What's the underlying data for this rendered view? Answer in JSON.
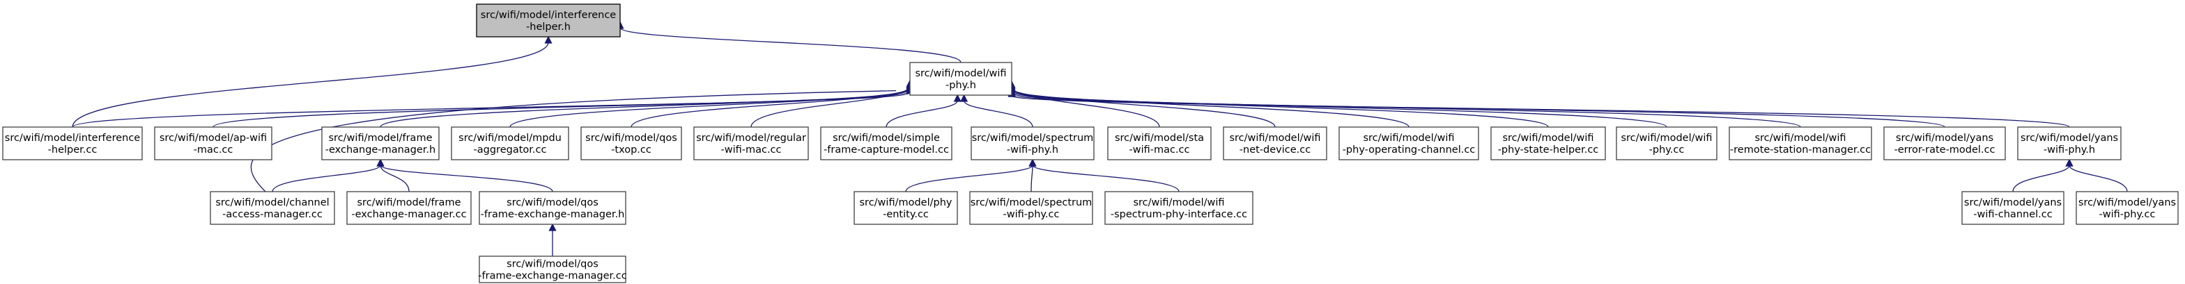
{
  "graph": {
    "direction": "upward",
    "nodes": [
      {
        "id": "n_interference_h",
        "lines": [
          "src/wifi/model/interference",
          "-helper.h"
        ],
        "highlighted": true
      },
      {
        "id": "n_wifi_phy_h",
        "lines": [
          "src/wifi/model/wifi",
          "-phy.h"
        ]
      },
      {
        "id": "n_interference_cc",
        "lines": [
          "src/wifi/model/interference",
          "-helper.cc"
        ]
      },
      {
        "id": "n_ap_wifi_mac",
        "lines": [
          "src/wifi/model/ap-wifi",
          "-mac.cc"
        ]
      },
      {
        "id": "n_frame_exchange_h",
        "lines": [
          "src/wifi/model/frame",
          "-exchange-manager.h"
        ]
      },
      {
        "id": "n_mpdu_aggregator",
        "lines": [
          "src/wifi/model/mpdu",
          "-aggregator.cc"
        ]
      },
      {
        "id": "n_qos_txop",
        "lines": [
          "src/wifi/model/qos",
          "-txop.cc"
        ]
      },
      {
        "id": "n_regular_wifi_mac",
        "lines": [
          "src/wifi/model/regular",
          "-wifi-mac.cc"
        ]
      },
      {
        "id": "n_simple_frame_capture",
        "lines": [
          "src/wifi/model/simple",
          "-frame-capture-model.cc"
        ]
      },
      {
        "id": "n_spectrum_wifi_phy_h",
        "lines": [
          "src/wifi/model/spectrum",
          "-wifi-phy.h"
        ]
      },
      {
        "id": "n_sta_wifi_mac",
        "lines": [
          "src/wifi/model/sta",
          "-wifi-mac.cc"
        ]
      },
      {
        "id": "n_wifi_net_device",
        "lines": [
          "src/wifi/model/wifi",
          "-net-device.cc"
        ]
      },
      {
        "id": "n_wifi_phy_operating_channel",
        "lines": [
          "src/wifi/model/wifi",
          "-phy-operating-channel.cc"
        ]
      },
      {
        "id": "n_wifi_phy_state_helper",
        "lines": [
          "src/wifi/model/wifi",
          "-phy-state-helper.cc"
        ]
      },
      {
        "id": "n_wifi_phy_cc",
        "lines": [
          "src/wifi/model/wifi",
          "-phy.cc"
        ]
      },
      {
        "id": "n_wifi_remote_station_manager",
        "lines": [
          "src/wifi/model/wifi",
          "-remote-station-manager.cc"
        ]
      },
      {
        "id": "n_yans_error_rate_model",
        "lines": [
          "src/wifi/model/yans",
          "-error-rate-model.cc"
        ]
      },
      {
        "id": "n_yans_wifi_phy_h",
        "lines": [
          "src/wifi/model/yans",
          "-wifi-phy.h"
        ]
      },
      {
        "id": "n_channel_access_manager",
        "lines": [
          "src/wifi/model/channel",
          "-access-manager.cc"
        ]
      },
      {
        "id": "n_frame_exchange_cc",
        "lines": [
          "src/wifi/model/frame",
          "-exchange-manager.cc"
        ]
      },
      {
        "id": "n_qos_frame_exchange_h",
        "lines": [
          "src/wifi/model/qos",
          "-frame-exchange-manager.h"
        ]
      },
      {
        "id": "n_phy_entity",
        "lines": [
          "src/wifi/model/phy",
          "-entity.cc"
        ]
      },
      {
        "id": "n_spectrum_wifi_phy_cc",
        "lines": [
          "src/wifi/model/spectrum",
          "-wifi-phy.cc"
        ]
      },
      {
        "id": "n_wifi_spectrum_phy_interface",
        "lines": [
          "src/wifi/model/wifi",
          "-spectrum-phy-interface.cc"
        ]
      },
      {
        "id": "n_yans_wifi_channel",
        "lines": [
          "src/wifi/model/yans",
          "-wifi-channel.cc"
        ]
      },
      {
        "id": "n_yans_wifi_phy_cc",
        "lines": [
          "src/wifi/model/yans",
          "-wifi-phy.cc"
        ]
      },
      {
        "id": "n_qos_frame_exchange_cc",
        "lines": [
          "src/wifi/model/qos",
          "-frame-exchange-manager.cc"
        ]
      }
    ],
    "edges": [
      {
        "from": "n_wifi_phy_h",
        "to": "n_interference_h"
      },
      {
        "from": "n_interference_cc",
        "to": "n_interference_h"
      },
      {
        "from": "n_interference_cc",
        "to": "n_wifi_phy_h"
      },
      {
        "from": "n_ap_wifi_mac",
        "to": "n_wifi_phy_h"
      },
      {
        "from": "n_frame_exchange_h",
        "to": "n_wifi_phy_h"
      },
      {
        "from": "n_channel_access_manager",
        "to": "n_wifi_phy_h"
      },
      {
        "from": "n_mpdu_aggregator",
        "to": "n_wifi_phy_h"
      },
      {
        "from": "n_qos_txop",
        "to": "n_wifi_phy_h"
      },
      {
        "from": "n_regular_wifi_mac",
        "to": "n_wifi_phy_h"
      },
      {
        "from": "n_simple_frame_capture",
        "to": "n_wifi_phy_h"
      },
      {
        "from": "n_spectrum_wifi_phy_h",
        "to": "n_wifi_phy_h"
      },
      {
        "from": "n_sta_wifi_mac",
        "to": "n_wifi_phy_h"
      },
      {
        "from": "n_wifi_net_device",
        "to": "n_wifi_phy_h"
      },
      {
        "from": "n_wifi_phy_operating_channel",
        "to": "n_wifi_phy_h"
      },
      {
        "from": "n_wifi_phy_state_helper",
        "to": "n_wifi_phy_h"
      },
      {
        "from": "n_wifi_phy_cc",
        "to": "n_wifi_phy_h"
      },
      {
        "from": "n_wifi_remote_station_manager",
        "to": "n_wifi_phy_h"
      },
      {
        "from": "n_yans_error_rate_model",
        "to": "n_wifi_phy_h"
      },
      {
        "from": "n_yans_wifi_phy_h",
        "to": "n_wifi_phy_h"
      },
      {
        "from": "n_channel_access_manager",
        "to": "n_frame_exchange_h"
      },
      {
        "from": "n_frame_exchange_cc",
        "to": "n_frame_exchange_h"
      },
      {
        "from": "n_qos_frame_exchange_h",
        "to": "n_frame_exchange_h"
      },
      {
        "from": "n_qos_frame_exchange_cc",
        "to": "n_qos_frame_exchange_h"
      },
      {
        "from": "n_phy_entity",
        "to": "n_spectrum_wifi_phy_h"
      },
      {
        "from": "n_spectrum_wifi_phy_cc",
        "to": "n_spectrum_wifi_phy_h"
      },
      {
        "from": "n_wifi_spectrum_phy_interface",
        "to": "n_spectrum_wifi_phy_h"
      },
      {
        "from": "n_yans_wifi_channel",
        "to": "n_yans_wifi_phy_h"
      },
      {
        "from": "n_yans_wifi_phy_cc",
        "to": "n_yans_wifi_phy_h"
      }
    ]
  },
  "colors": {
    "edge": "#191970",
    "node_border": "#404040",
    "root_fill": "#bfbfbf",
    "background": "#ffffff"
  }
}
